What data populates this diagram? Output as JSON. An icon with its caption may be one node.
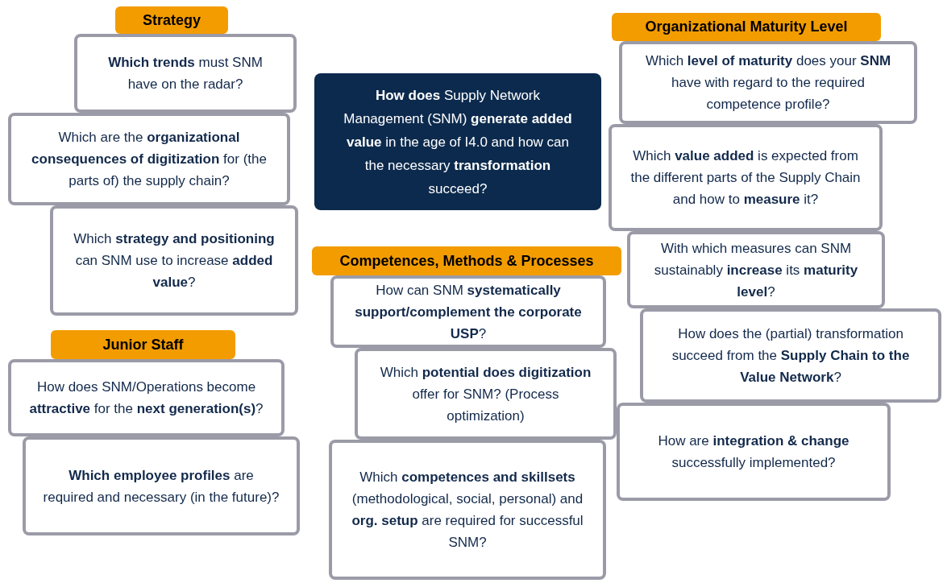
{
  "diagram": {
    "nodes": [
      {
        "text": [
          "Strategy"
        ]
      },
      {
        "text": [
          "**Which trends** must SNM have on the radar?"
        ]
      },
      {
        "text": [
          "Which are the **organizational consequences of digitization** for (the parts of) the supply chain?"
        ]
      },
      {
        "text": [
          "Which **strategy and positioning** can SNM use to increase **added value**?"
        ]
      },
      {
        "text": [
          "**How does** Supply Network Management (SNM) **generate added value** in the age of I4.0 and how can the necessary **transformation** succeed?"
        ]
      },
      {
        "text": [
          "Organizational Maturity Level"
        ]
      },
      {
        "text": [
          "Which **level of maturity** does your **SNM** have with regard to the required competence profile?"
        ]
      },
      {
        "text": [
          "Which **value added** is expected from the different parts of the Supply Chain and how to **measure** it?"
        ]
      },
      {
        "text": [
          "With which measures can SNM sustainably **increase** its **maturity level**?"
        ]
      },
      {
        "text": [
          "Competences, Methods & Processes"
        ]
      },
      {
        "text": [
          "How can SNM **systematically support/complement the corporate USP**?"
        ]
      },
      {
        "text": [
          "Which **potential does digitization** offer for SNM? (Process optimization)"
        ]
      },
      {
        "text": [
          "How does the (partial) transformation succeed from the **Supply Chain to the Value Network**?"
        ]
      },
      {
        "text": [
          "How are **integration & change** successfully implemented?"
        ]
      },
      {
        "text": [
          "Junior Staff"
        ]
      },
      {
        "text": [
          "How does SNM/Operations become **attractive** for the **next generation(s)**?"
        ]
      },
      {
        "text": [
          "**Which employee profiles** are required and necessary (in the future)?"
        ]
      },
      {
        "text": [
          "Which **competences and skillsets** (methodological, social, personal) and **org. setup** are required for successful SNM?"
        ]
      }
    ]
  }
}
